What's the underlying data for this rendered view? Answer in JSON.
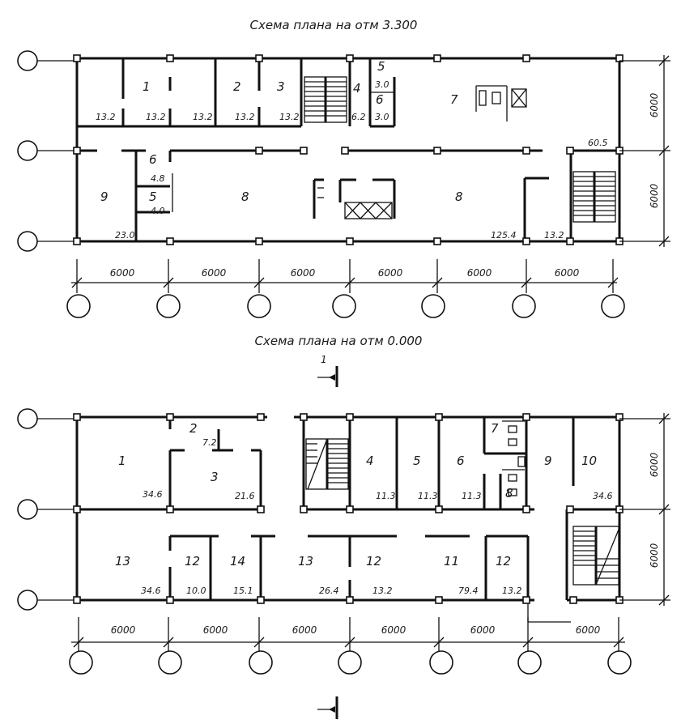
{
  "plan_upper": {
    "title": "Схема плана на отм  3.300",
    "rooms": [
      {
        "num": "1",
        "areas": [
          "13.2",
          "13.2"
        ]
      },
      {
        "num": "2",
        "areas": [
          "13.2",
          "13.2"
        ]
      },
      {
        "num": "3",
        "areas": [
          "13.2"
        ]
      },
      {
        "num": "4",
        "areas": [
          "6.2"
        ]
      },
      {
        "num": "5",
        "areas": [
          "3.0"
        ]
      },
      {
        "num": "6",
        "areas": [
          "3.0"
        ]
      },
      {
        "num": "7",
        "areas": []
      },
      {
        "num": "9",
        "areas": [
          "23.0"
        ]
      },
      {
        "num": "6",
        "areas": [
          "4.8"
        ]
      },
      {
        "num": "5",
        "areas": [
          "4.0"
        ]
      },
      {
        "num": "8",
        "areas": []
      },
      {
        "num": "8",
        "areas": [
          "125.4"
        ]
      },
      {
        "num": "",
        "areas": [
          "60.5",
          "13.2"
        ]
      }
    ],
    "bays": [
      "6000",
      "6000",
      "6000",
      "6000",
      "6000",
      "6000"
    ],
    "spans": [
      "6000",
      "6000"
    ]
  },
  "plan_lower": {
    "title": "Схема плана на отм  0.000",
    "section_mark": "1",
    "rooms": [
      {
        "num": "1",
        "areas": [
          "34.6"
        ]
      },
      {
        "num": "2",
        "areas": [
          "7.2"
        ]
      },
      {
        "num": "3",
        "areas": [
          "21.6"
        ]
      },
      {
        "num": "4",
        "areas": [
          "11.3"
        ]
      },
      {
        "num": "5",
        "areas": [
          "11.3"
        ]
      },
      {
        "num": "6",
        "areas": [
          "11.3"
        ]
      },
      {
        "num": "7",
        "areas": []
      },
      {
        "num": "8",
        "areas": []
      },
      {
        "num": "9",
        "areas": []
      },
      {
        "num": "10",
        "areas": [
          "34.6"
        ]
      },
      {
        "num": "13",
        "areas": [
          "34.6"
        ]
      },
      {
        "num": "12",
        "areas": [
          "10.0"
        ]
      },
      {
        "num": "14",
        "areas": [
          "15.1"
        ]
      },
      {
        "num": "13",
        "areas": [
          "26.4"
        ]
      },
      {
        "num": "12",
        "areas": [
          "13.2"
        ]
      },
      {
        "num": "11",
        "areas": [
          "79.4"
        ]
      },
      {
        "num": "12",
        "areas": [
          "13.2"
        ]
      }
    ],
    "bays": [
      "6000",
      "6000",
      "6000",
      "6000",
      "6000",
      "6000"
    ],
    "spans": [
      "6000",
      "6000"
    ]
  }
}
